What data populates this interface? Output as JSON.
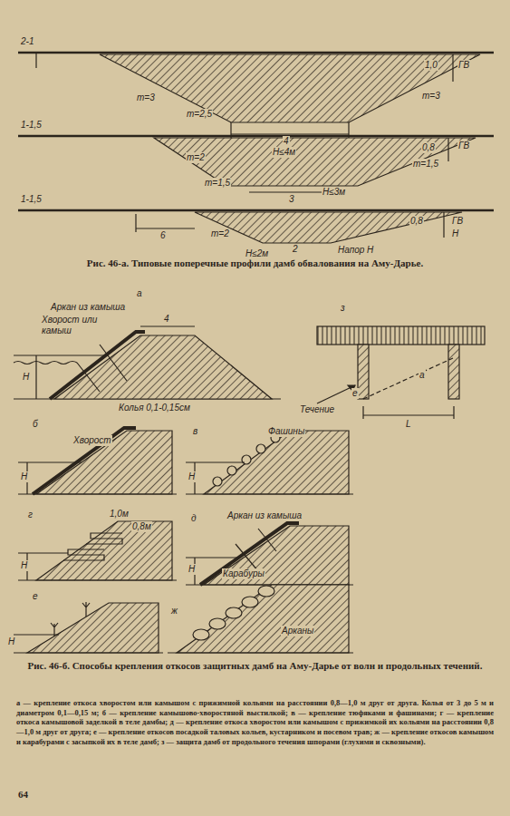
{
  "diagram": {
    "title": "Рис. 46-а. Типовые поперечные профили дамб обвалования на Аму-Дарье.",
    "caption": "Рис. 46-б. Способы крепления откосов защитных дамб на Аму-Дарье от волн и продольных течений.",
    "labels": [
      "2-1",
      "m=3",
      "m=2,5",
      "4",
      "Н≤4м",
      "m=3",
      "1,0",
      "ГВ",
      "1-1,5",
      "m=2",
      "m=1,5",
      "3",
      "Н≤3м",
      "m=1,5",
      "0,8",
      "ГВ",
      "1-1,5",
      "6",
      "m=2",
      "2",
      "Н≤2м",
      "Напор Н",
      "0,8",
      "ГВ",
      "Н",
      "а",
      "Аркан из камыша",
      "Хворост или камыш",
      "4",
      "Н",
      "Колья 0,1-0,15см",
      "з",
      "Течение",
      "е",
      "а",
      "L",
      "б",
      "Хворост",
      "Фашины",
      "в",
      "г",
      "1,0м",
      "0,8м",
      "д",
      "Аркан из камыша",
      "Н",
      "Н",
      "е",
      "Н",
      "ж",
      "Карабуры",
      "Арканы",
      "Н",
      "Н",
      "а — крепление откоса хворостом или камышом с прижимной кольями на расстоянии 0,8—1,0 м друг от друга. Колья от 3 до 5 м и диаметром 0,1—0,15 м; б — крепление камышово-хворостяной выстилкой; в — крепление тюфяками и фашинами; г — крепление откоса камышовой заделкой в теле дамбы; д — крепление откоса хворостом или камышом с прижимкой их кольями на расстоянии 0,8—1,0 м друг от друга; е — крепление откосов посадкой таловых кольев, кустарником и посевом трав; ж — крепление откосов камышом и карабурами с засыпкой их в теле дамб; з — защита дамб от продольного течения шпорами (глухими и сквозными).",
      "64"
    ]
  }
}
